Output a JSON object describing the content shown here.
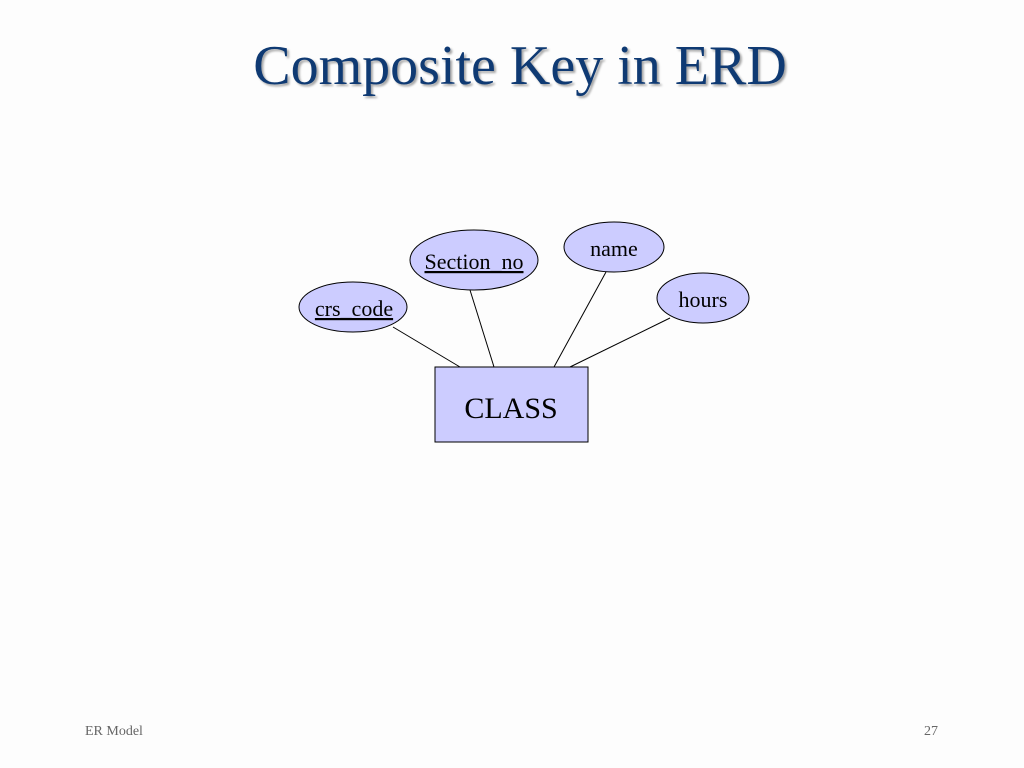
{
  "slide": {
    "title": "Composite Key in ERD",
    "footer_left": "ER Model",
    "footer_right": "27"
  },
  "diagram": {
    "entity": {
      "label": "CLASS"
    },
    "attributes": [
      {
        "id": "crs_code",
        "label": "crs_code",
        "key": true
      },
      {
        "id": "section_no",
        "label": "Section_no",
        "key": true
      },
      {
        "id": "name",
        "label": "name",
        "key": false
      },
      {
        "id": "hours",
        "label": "hours",
        "key": false
      }
    ]
  },
  "colors": {
    "title": "#0f3a73",
    "shape_fill": "#ccccff",
    "stroke": "#000000",
    "background": "#fdfdfd"
  }
}
